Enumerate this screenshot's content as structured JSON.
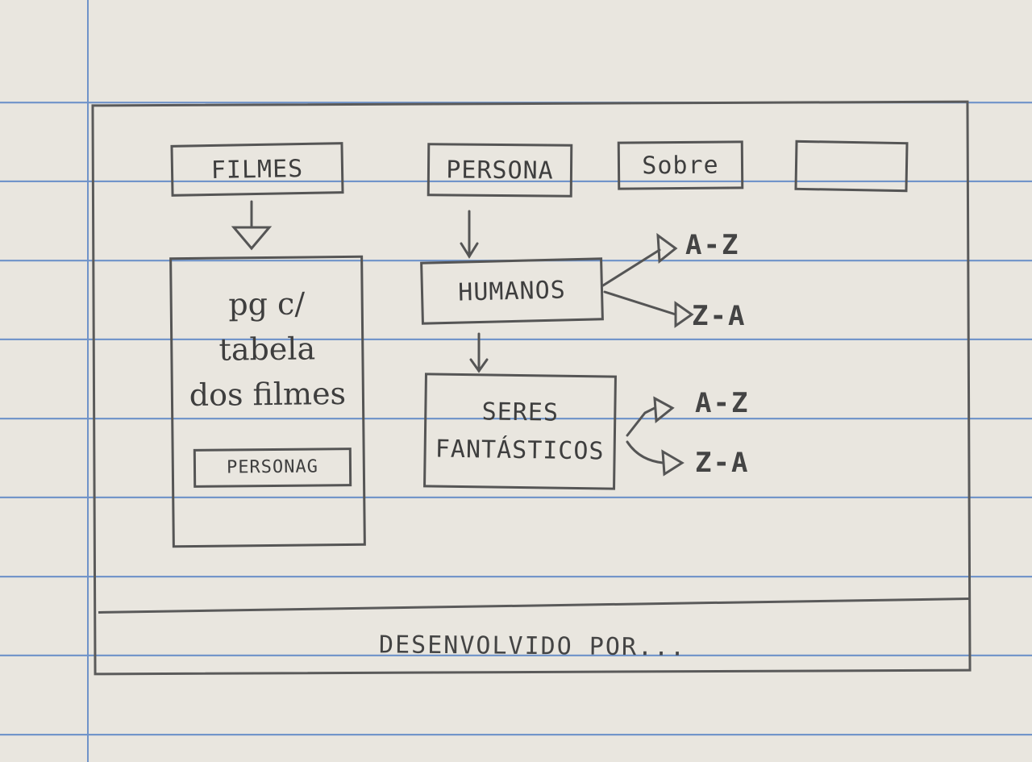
{
  "nav": {
    "filmes": "FILMES",
    "persona": "PERSONA",
    "sobre": "Sobre",
    "empty": ""
  },
  "filmes_panel": {
    "line1": "pg c/",
    "line2": "tabela",
    "line3": "dos filmes",
    "personag_button": "PERSONAG"
  },
  "humanos": {
    "label": "HUMANOS",
    "sort_az": "A-Z",
    "sort_za": "Z-A"
  },
  "seres": {
    "line1": "SERES",
    "line2": "FANTÁSTICOS",
    "sort_az": "A-Z",
    "sort_za": "Z-A"
  },
  "footer": {
    "text": "DESENVOLVIDO POR..."
  },
  "colors": {
    "paper": "#e9e6df",
    "rule_lines": "#6f93c9",
    "pencil": "#555555"
  }
}
